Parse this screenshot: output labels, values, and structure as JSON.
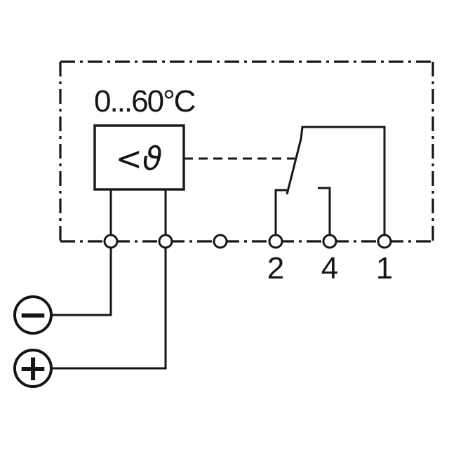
{
  "diagram": {
    "temperature_range": "0...60°C",
    "sensor_symbol": "<ϑ",
    "terminals": {
      "t2": "2",
      "t4": "4",
      "t1": "1"
    },
    "polarity": {
      "negative": "−",
      "positive": "+"
    },
    "colors": {
      "line": "#161616",
      "background": "#ffffff"
    }
  }
}
